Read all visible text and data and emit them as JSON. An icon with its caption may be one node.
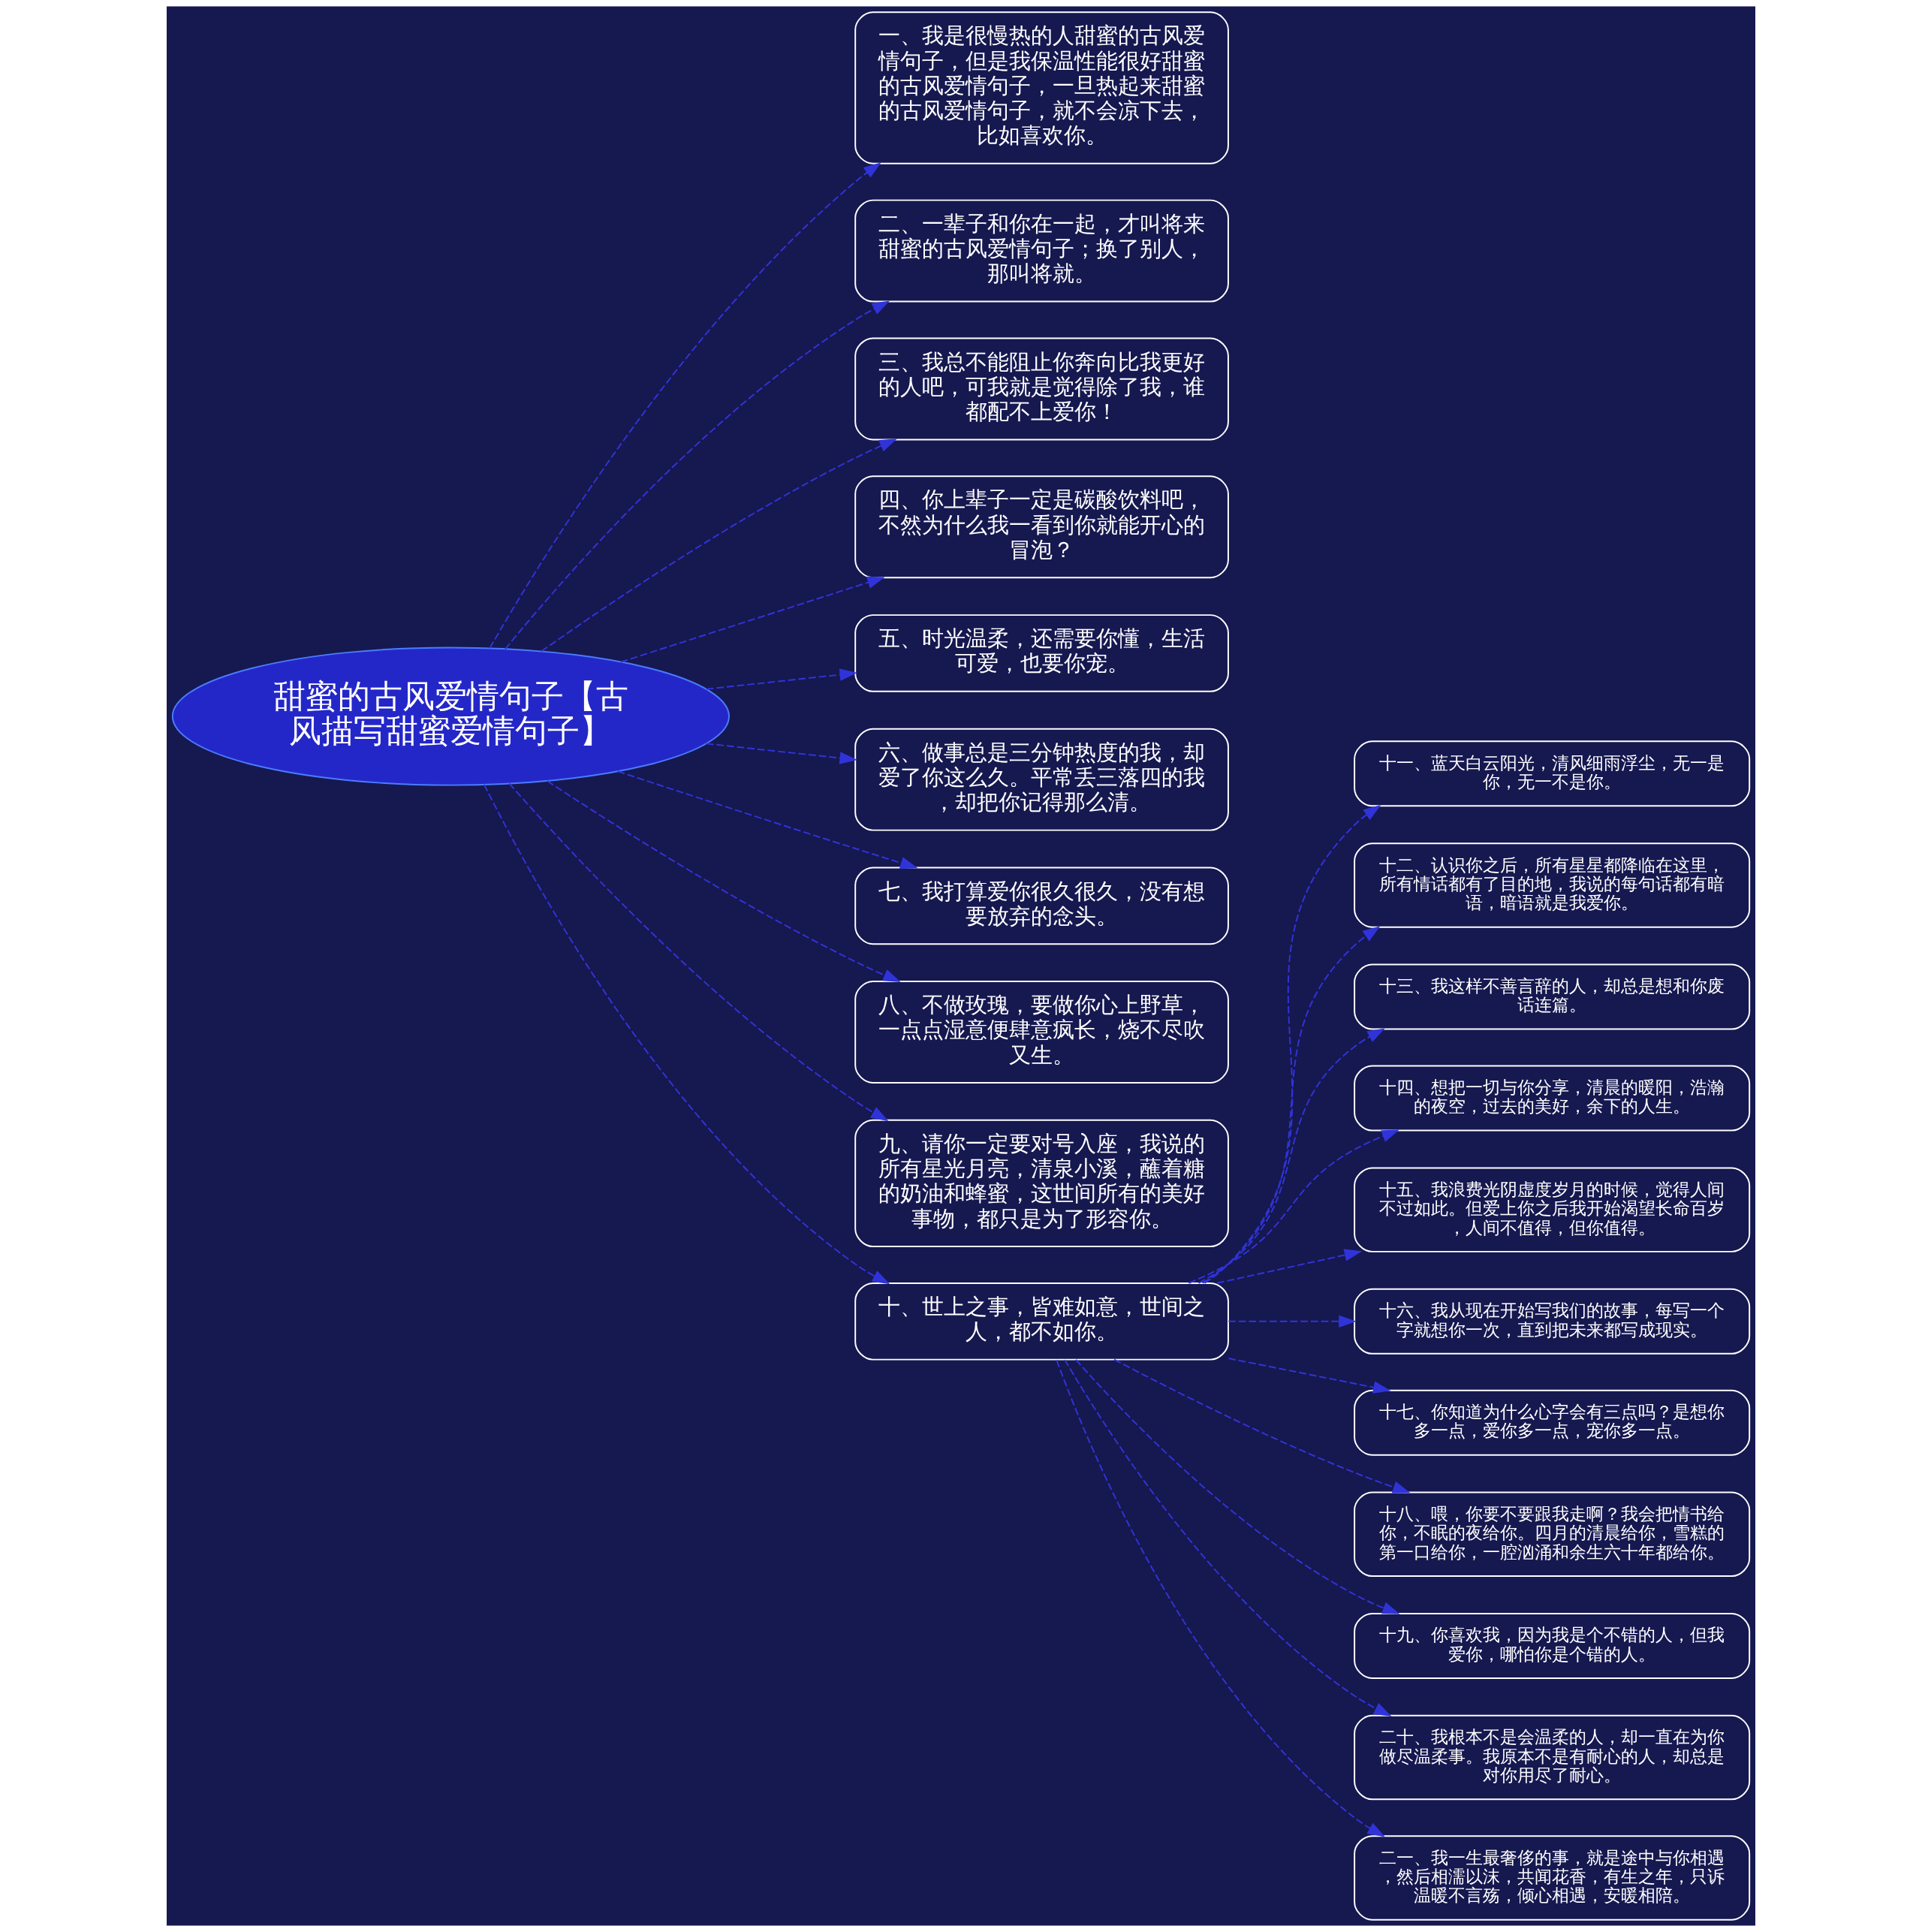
{
  "diagram": {
    "nodes": [
      {
        "text": [
          "甜蜜的古风爱情句子【古风描写甜蜜爱情句子】"
        ]
      },
      {
        "text": [
          "一、我是很慢热的人甜蜜的古风爱情句子，但是我保温性能很好甜蜜的古风爱情句子，一旦热起来甜蜜的古风爱情句子，就不会凉下去，比如喜欢你。"
        ]
      },
      {
        "text": [
          "二、一辈子和你在一起，才叫将来甜蜜的古风爱情句子；换了别人，那叫将就。"
        ]
      },
      {
        "text": [
          "三、我总不能阻止你奔向比我更好的人吧，可我就是觉得除了我，谁都配不上爱你！"
        ]
      },
      {
        "text": [
          "四、你上辈子一定是碳酸饮料吧，不然为什么我一看到你就能开心的冒泡？"
        ]
      },
      {
        "text": [
          "五、时光温柔，还需要你懂，生活可爱，也要你宠。"
        ]
      },
      {
        "text": [
          "六、做事总是三分钟热度的我，却爱了你这么久。平常丢三落四的我，却把你记得那么清。"
        ]
      },
      {
        "text": [
          "七、我打算爱你很久很久，没有想要放弃的念头。"
        ]
      },
      {
        "text": [
          "八、不做玫瑰，要做你心上野草，一点点湿意便肆意疯长，烧不尽吹又生。"
        ]
      },
      {
        "text": [
          "九、请你一定要对号入座，我说的所有星光月亮，清泉小溪，蘸着糖的奶油和蜂蜜，这世间所有的美好事物，都只是为了形容你。"
        ]
      },
      {
        "text": [
          "十、世上之事，皆难如意，世间之人，都不如你。"
        ]
      },
      {
        "text": [
          "十一、蓝天白云阳光，清风细雨浮尘，无一是你，无一不是你。"
        ]
      },
      {
        "text": [
          "十二、认识你之后，所有星星都降临在这里，所有情话都有了目的地，我说的每句话都有暗语，暗语就是我爱你。"
        ]
      },
      {
        "text": [
          "十三、我这样不善言辞的人，却总是想和你废话连篇。"
        ]
      },
      {
        "text": [
          "十四、想把一切与你分享，清晨的暖阳，浩瀚的夜空，过去的美好，余下的人生。"
        ]
      },
      {
        "text": [
          "十五、我浪费光阴虚度岁月的时候，觉得人间不过如此。但爱上你之后我开始渴望长命百岁，人间不值得，但你值得。"
        ]
      },
      {
        "text": [
          "十六、我从现在开始写我们的故事，每写一个字就想你一次，直到把未来都写成现实。"
        ]
      },
      {
        "text": [
          "十七、你知道为什么心字会有三点吗？是想你多一点，爱你多一点，宠你多一点。"
        ]
      },
      {
        "text": [
          "十八、喂，你要不要跟我走啊？我会把情书给你，不眠的夜给你。四月的清晨给你，雪糕的第一口给你，一腔汹涌和余生六十年都给你。"
        ]
      },
      {
        "text": [
          "十九、你喜欢我，因为我是个不错的人，但我爱你，哪怕你是个错的人。"
        ]
      },
      {
        "text": [
          "二十、我根本不是会温柔的人，却一直在为你做尽温柔事。我原本不是有耐心的人，却总是对你用尽了耐心。"
        ]
      },
      {
        "text": [
          "二一、我一生最奢侈的事，就是途中与你相遇，然后相濡以沫，共闻花香，有生之年，只诉温暖不言殇，倾心相遇，安暖相陪。"
        ]
      }
    ],
    "edges": [
      {
        "from": 0,
        "to": 2,
        "arrow": "to",
        "style": "dashed"
      },
      {
        "from": 0,
        "to": 4,
        "arrow": "to",
        "style": "dashed"
      },
      {
        "from": 0,
        "to": 6,
        "arrow": "to",
        "style": "dashed"
      },
      {
        "from": 0,
        "to": 8,
        "arrow": "to",
        "style": "dashed"
      },
      {
        "from": 0,
        "to": 10,
        "arrow": "to",
        "style": "dashed"
      },
      {
        "from": 0,
        "to": 1,
        "arrow": "to",
        "style": "dashed"
      },
      {
        "from": 0,
        "to": 3,
        "arrow": "to",
        "style": "dashed"
      },
      {
        "from": 0,
        "to": 5,
        "arrow": "to",
        "style": "dashed"
      },
      {
        "from": 0,
        "to": 7,
        "arrow": "to",
        "style": "dashed"
      },
      {
        "from": 0,
        "to": 9,
        "arrow": "to",
        "style": "dashed"
      },
      {
        "from": 10,
        "to": 11,
        "arrow": "to",
        "style": "dashed"
      },
      {
        "from": 10,
        "to": 12,
        "arrow": "to",
        "style": "dashed"
      },
      {
        "from": 10,
        "to": 13,
        "arrow": "to",
        "style": "dashed"
      },
      {
        "from": 10,
        "to": 14,
        "arrow": "to",
        "style": "dashed"
      },
      {
        "from": 10,
        "to": 15,
        "arrow": "to",
        "style": "dashed"
      },
      {
        "from": 10,
        "to": 16,
        "arrow": "to",
        "style": "dashed"
      },
      {
        "from": 10,
        "to": 17,
        "arrow": "to",
        "style": "dashed"
      },
      {
        "from": 10,
        "to": 18,
        "arrow": "to",
        "style": "dashed"
      },
      {
        "from": 10,
        "to": 19,
        "arrow": "to",
        "style": "dashed"
      },
      {
        "from": 10,
        "to": 20,
        "arrow": "to",
        "style": "dashed"
      },
      {
        "from": 10,
        "to": 21,
        "arrow": "to",
        "style": "dashed"
      }
    ]
  }
}
